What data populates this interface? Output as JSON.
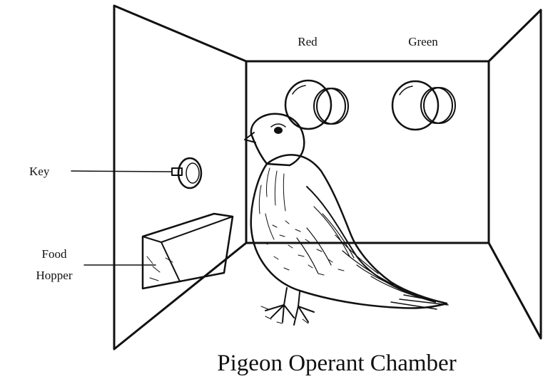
{
  "labels": {
    "red": "Red",
    "green": "Green",
    "key": "Key",
    "food_line1": "Food",
    "food_line2": "Hopper"
  },
  "title": "Pigeon Operant Chamber",
  "colors": {
    "ink": "#111111",
    "background": "#ffffff"
  }
}
